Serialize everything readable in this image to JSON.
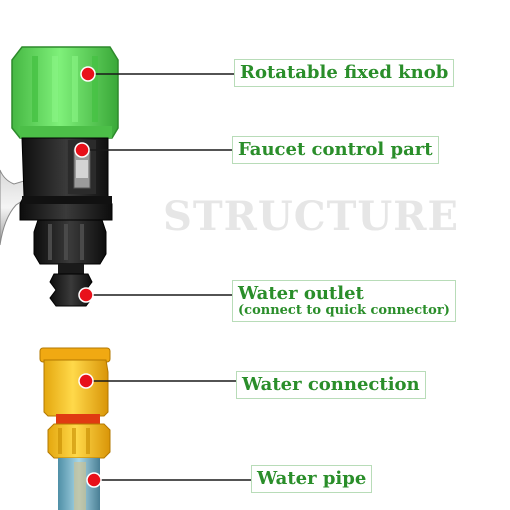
{
  "watermark": "STRUCTURE",
  "labels": [
    {
      "text": "Rotatable fixed knob"
    },
    {
      "text": "Faucet control part"
    },
    {
      "text": "Water outlet",
      "sub": "(connect to quick connector)"
    },
    {
      "text": "Water connection"
    },
    {
      "text": "Water pipe"
    }
  ],
  "colors": {
    "label_text": "#2a8e2a",
    "label_border": "#b8dcb8",
    "marker": "#e8101a",
    "knob_green": "#5fd35a",
    "faucet_black": "#1b1b1b",
    "connector_yellow": "#f7c21c",
    "connector_orange": "#ef8a12"
  }
}
